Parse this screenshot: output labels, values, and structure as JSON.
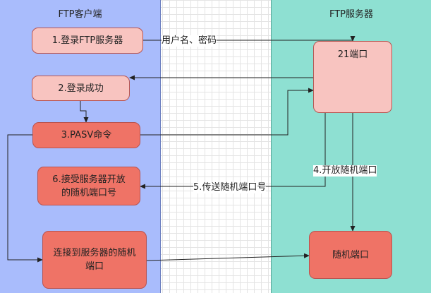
{
  "lanes": {
    "client_title": "FTP客户端",
    "server_title": "FTP服务器"
  },
  "nodes": {
    "login": "1.登录FTP服务器",
    "login_ok": "2.登录成功",
    "pasv": "3.PASV命令",
    "accept": "6.接受服务器开放的随机端口号",
    "connect": "连接到服务器的随机端口",
    "port21": "21端口",
    "random_port": "随机端口"
  },
  "edges": {
    "credentials": "用户名、密码",
    "open_random": "4.开放随机端口",
    "send_random": "5.传送随机端口号"
  },
  "colors": {
    "client_lane": "#a9bcfc",
    "server_lane": "#8ee0d2",
    "light_node": "#f8c4c0",
    "dark_node": "#ef7366",
    "node_border": "#b85450"
  }
}
